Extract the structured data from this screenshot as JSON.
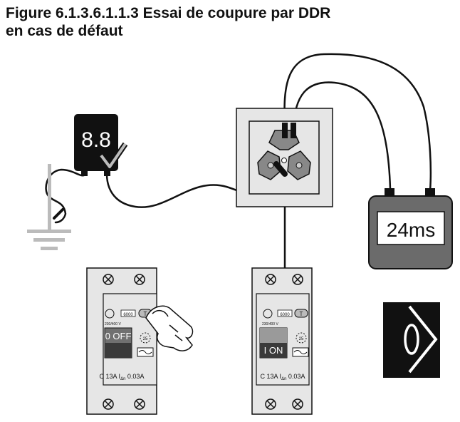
{
  "title": {
    "line1": "Figure 6.1.3.6.1.1.3  Essai de coupure par DDR",
    "line2": "en cas de défaut"
  },
  "tester": {
    "display": "8.8",
    "icon": "checkmark-icon"
  },
  "timer": {
    "display": "24ms"
  },
  "breaker_left": {
    "state_label": "0 OFF",
    "rating": "6000",
    "test_button": "T",
    "voltage": "230/400 V",
    "temp": "25",
    "caption_prefix": "C 13A I",
    "caption_sub": "Δn",
    "caption_suffix": " 0.03A"
  },
  "breaker_right": {
    "state_label": "I  ON",
    "rating": "6000",
    "test_button": "T",
    "voltage": "230/400 V",
    "temp": "25",
    "caption_prefix": "C 13A I",
    "caption_sub": "Δn",
    "caption_suffix": " 0.03A"
  },
  "warning_symbol": {
    "icon": "eye-inspection-icon"
  },
  "ground_symbol": {
    "icon": "earth-ground-icon"
  },
  "colors": {
    "line": "#111111",
    "panel": "#e6e6e6",
    "breaker_gray": "#707070"
  }
}
